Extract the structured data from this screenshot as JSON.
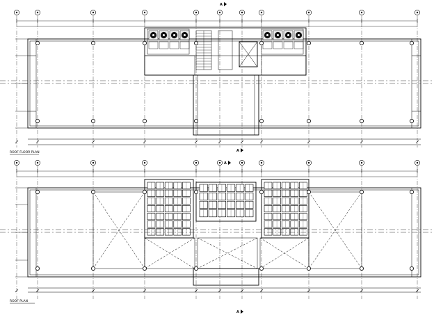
{
  "drawing_titles": {
    "upper_plan": "ROOF FLOOR PLAN",
    "lower_plan": "ROOF PLAN"
  },
  "section_marker": "A",
  "colors": {
    "line": "#000000",
    "background": "#ffffff",
    "hatch": "#555555"
  }
}
